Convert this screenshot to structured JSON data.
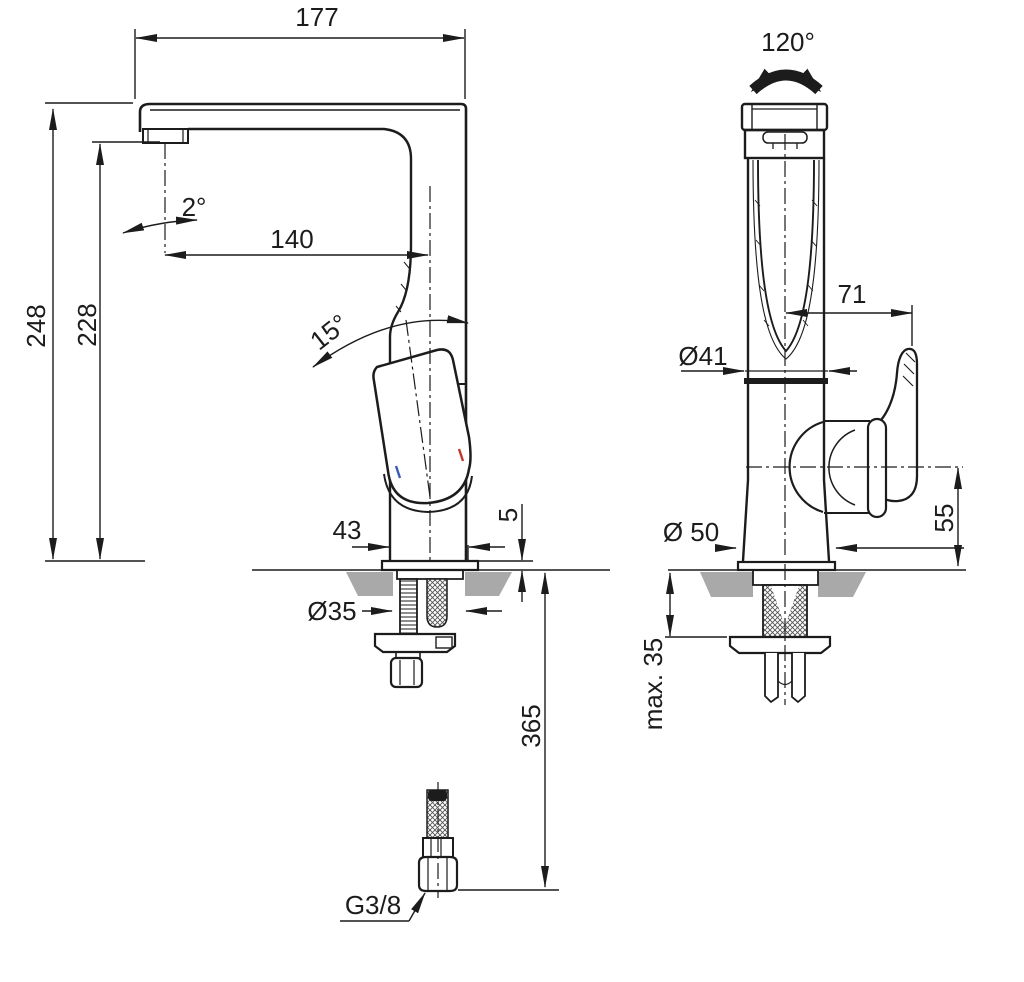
{
  "drawing": {
    "type": "technical-dimension-drawing",
    "subject": "Single-lever high-spout basin mixer tap — side view and front view with installation dimensions (mm)",
    "colors": {
      "line": "#1c1c1c",
      "counter_gray": "#a9a9a9",
      "hot_marker": "#c0392b",
      "cold_marker": "#3a5bb5",
      "background": "#ffffff"
    },
    "side_view": {
      "dims": {
        "spout_reach": "177",
        "height_total": "248",
        "height_to_aerator": "228",
        "spray_angle": "2°",
        "spout_projection": "140",
        "handle_tilt": "15°",
        "body_width": "43",
        "plinth_height": "5",
        "deck_hole_diameter": "Ø35",
        "hose_length": "365",
        "inlet_thread": "G3/8"
      }
    },
    "front_view": {
      "dims": {
        "swivel_range": "120°",
        "handle_reach": "71",
        "body_diameter": "Ø41",
        "base_diameter": "Ø 50",
        "handle_height": "55",
        "deck_max_thickness": "max. 35"
      }
    }
  }
}
